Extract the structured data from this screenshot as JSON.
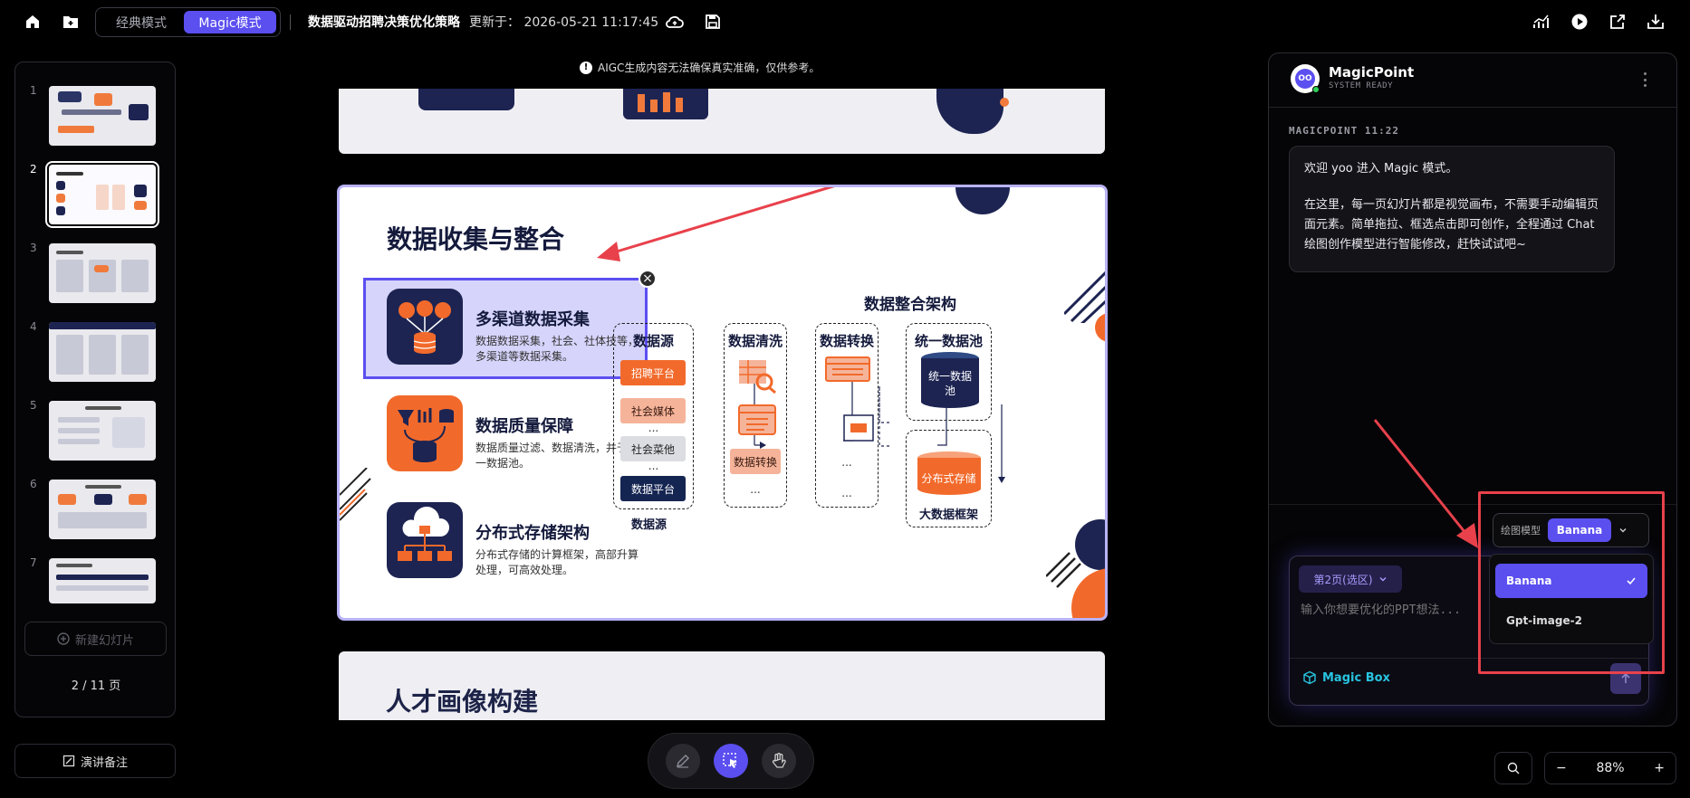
{
  "topbar": {
    "mode_classic": "经典模式",
    "mode_magic": "Magic模式",
    "doc_title": "数据驱动招聘决策优化策略",
    "updated": "更新于： 2026-05-21 11:17:45"
  },
  "sidebar": {
    "thumbnails": [
      {
        "number": "1"
      },
      {
        "number": "2"
      },
      {
        "number": "3"
      },
      {
        "number": "4"
      },
      {
        "number": "5"
      },
      {
        "number": "6"
      },
      {
        "number": "7"
      }
    ],
    "new_slide": "新建幻灯片",
    "page_count": "2 / 11 页",
    "notes": "演讲备注"
  },
  "notice": "AIGC生成内容无法确保真实准确，仅供参考。",
  "slide": {
    "title": "数据收集与整合",
    "features": [
      {
        "title": "多渠道数据采集",
        "desc": "数据数据采集，社会、社体技等，多渠道等数据采集。"
      },
      {
        "title": "数据质量保障",
        "desc": "数据质量过滤、数据清洗，并于统一数据池。"
      },
      {
        "title": "分布式存储架构",
        "desc": "分布式存储的计算框架，高部升算处理，可高效处理。"
      }
    ],
    "arch_title": "数据整合架构",
    "col_source": {
      "title": "数据源",
      "chips": [
        "招聘平台",
        "社会媒体",
        "社会菜他",
        "数据平台"
      ],
      "dots": "...",
      "caption": "数据源"
    },
    "col_clean": {
      "title": "数据清洗",
      "chip": "数据转换",
      "dots": "..."
    },
    "col_transform": {
      "title": "数据转换",
      "dots": "..."
    },
    "col_pool": {
      "title": "统一数据池",
      "cyl_label": "统一数据池"
    },
    "col_storage": {
      "cyl_label": "分布式存储",
      "caption": "大数据框架"
    }
  },
  "next_slide": {
    "title": "人才画像构建"
  },
  "panel": {
    "name": "MagicPoint",
    "status": "SYSTEM READY",
    "msg_meta": "MAGICPOINT 11:22",
    "msg_p1": "欢迎 yoo 进入 Magic 模式。",
    "msg_p2": "在这里，每一页幻灯片都是视觉画布，不需要手动编辑页面元素。简单拖拉、框选点击即可创作，全程通过 Chat 绘图创作模型进行智能修改，赶快试试吧~",
    "page_chip": "第2页(选区)",
    "prompt_placeholder": "输入你想要优化的PPT想法...",
    "magic_box": "Magic Box"
  },
  "model": {
    "label": "绘图模型",
    "selected": "Banana",
    "options": [
      "Banana",
      "Gpt-image-2"
    ]
  },
  "zoom": {
    "level": "88%",
    "minus": "−",
    "plus": "+"
  },
  "colors": {
    "accent": "#5b4ff0",
    "navy": "#152552",
    "orange": "#f26a2b",
    "annotation": "#e8414b"
  }
}
